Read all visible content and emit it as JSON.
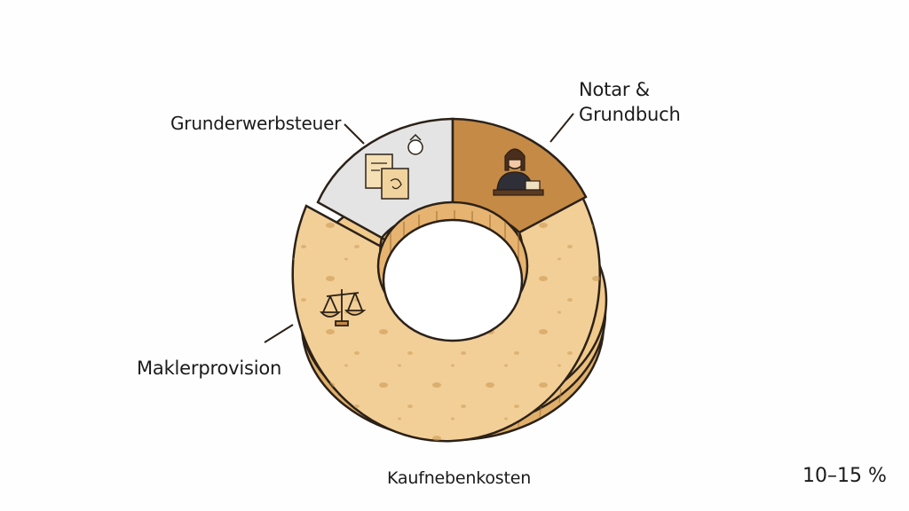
{
  "segments": {
    "notar": "Notar & Grundbuch",
    "grunderwerbsteuer": "Grunderwerbsteuer",
    "makler": "Maklerprovision"
  },
  "caption": "Kaufnebenkosten",
  "range": "10–15 %",
  "colors": {
    "notar": "#c58a45",
    "grunderwerbsteuer": "#e4e4e4",
    "makler": "#f2cf97",
    "outline": "#2b2118"
  },
  "icons": {
    "notar": "notary-person-icon",
    "grunderwerbsteuer": "tax-documents-icon",
    "makler": "scales-icon"
  }
}
